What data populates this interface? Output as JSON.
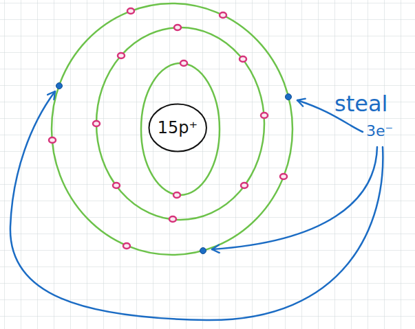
{
  "diagram": {
    "nodes": [
      {
        "text": [
          "15p⁺"
        ]
      }
    ],
    "labels": [
      "steal",
      "3e⁻"
    ]
  }
}
